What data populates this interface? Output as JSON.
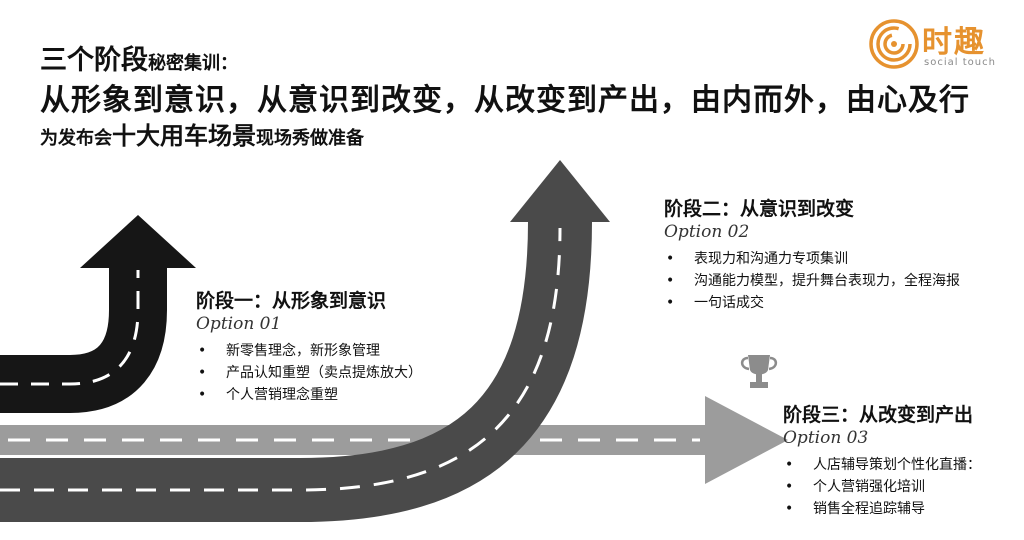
{
  "header": {
    "line1_prefix": "三个阶段",
    "line1_suffix": "秘密集训：",
    "line2": "从形象到意识，从意识到改变，从改变到产出，由内而外，由心及行",
    "line3_prefix": "为发布会",
    "line3_emphasis": "十大用车场景",
    "line3_suffix": "现场秀做准备"
  },
  "logo": {
    "name": "时趣",
    "tagline": "social touch",
    "color": "#e6922f"
  },
  "stages": [
    {
      "title": "阶段一：从形象到意识",
      "option": "Option 01",
      "items": [
        "新零售理念，新形象管理",
        "产品认知重塑（卖点提炼放大）",
        "个人营销理念重塑"
      ]
    },
    {
      "title": "阶段二：从意识到改变",
      "option": "Option 02",
      "items": [
        "表现力和沟通力专项集训",
        "沟通能力模型，提升舞台表现力，全程海报",
        "一句话成交"
      ]
    },
    {
      "title": "阶段三：从改变到产出",
      "option": "Option 03",
      "items": [
        "人店辅导策划个性化直播：",
        "个人营销强化培训",
        "销售全程追踪辅导"
      ]
    }
  ],
  "icons": {
    "trophy": "trophy-icon",
    "logo_mark": "spiral-logo-icon"
  },
  "colors": {
    "road_black": "#161616",
    "road_dark_gray": "#4a4a4a",
    "road_light_gray": "#9c9c9c",
    "lane_marking": "#ffffff",
    "accent": "#e6922f"
  }
}
